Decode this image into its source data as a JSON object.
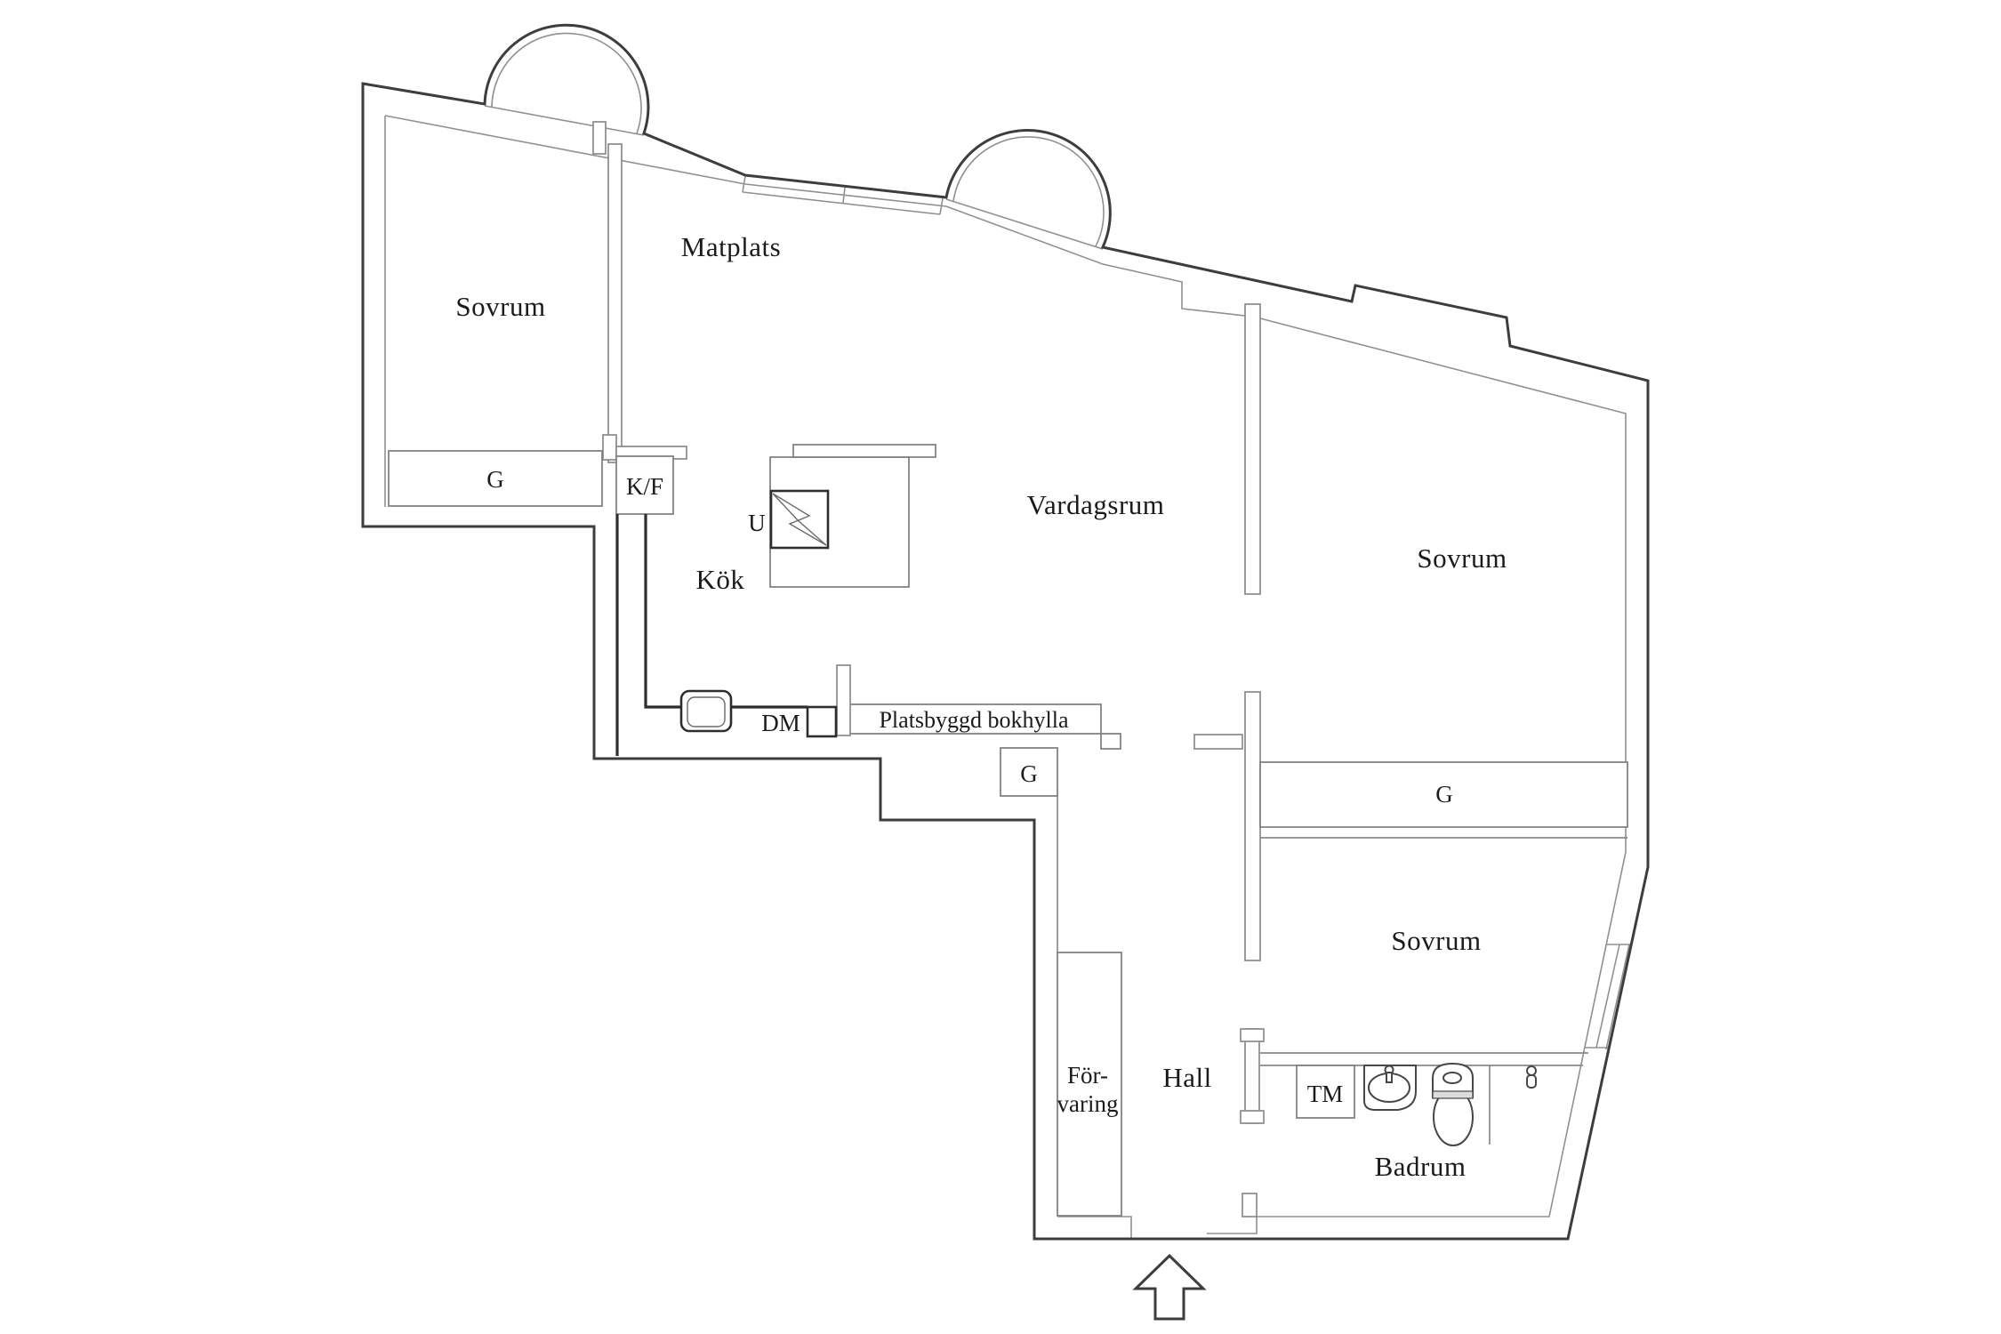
{
  "plan": {
    "rooms": {
      "bedroom_left": "Sovrum",
      "dining_area": "Matplats",
      "living_room": "Vardagsrum",
      "kitchen": "Kök",
      "bedroom_right": "Sovrum",
      "bedroom_lower": "Sovrum",
      "hall": "Hall",
      "bathroom": "Badrum",
      "storage_line1": "För-",
      "storage_line2": "varing"
    },
    "features": {
      "bookshelf": "Platsbyggd bokhylla",
      "wardrobe": "G",
      "fridge_freezer": "K/F",
      "oven": "U",
      "dishwasher": "DM",
      "washing_machine": "TM"
    },
    "colors": {
      "background": "#ffffff",
      "wall_dark": "#3d3d3d",
      "wall_light": "#909090",
      "fixture_dark": "#2e2e2e",
      "text": "#1b1b1b"
    }
  }
}
